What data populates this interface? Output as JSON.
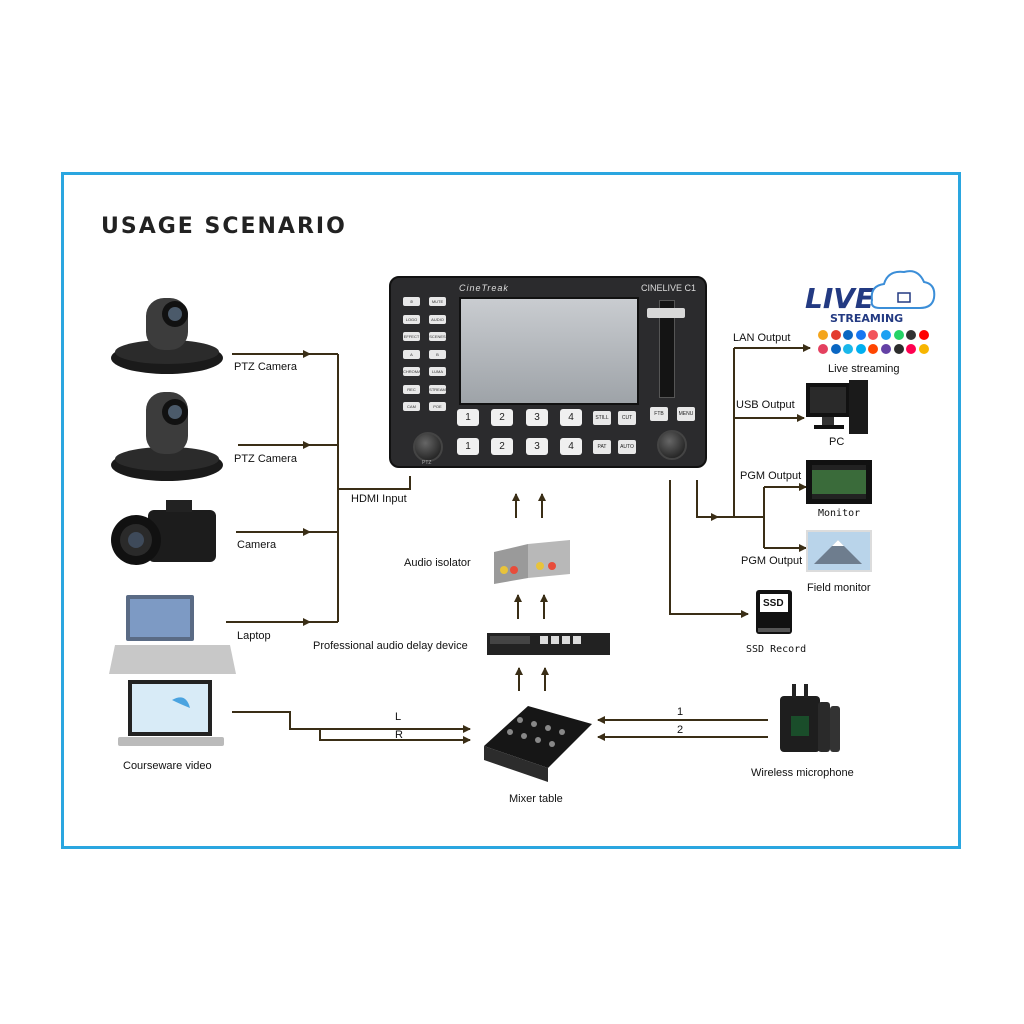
{
  "title": "USAGE SCENARIO",
  "switcher": {
    "brand": "CineTreak",
    "model": "CINELIVE C1",
    "left_buttons": [
      "⊘",
      "MUTE",
      "LOGO",
      "AUDIO",
      "EFFECT",
      "SCENES",
      "A",
      "B",
      "CHROMA",
      "LUMA",
      "REC",
      "STREAM",
      "CAM",
      "POE"
    ],
    "keys_top": [
      "1",
      "2",
      "3",
      "4"
    ],
    "keys_bottom": [
      "1",
      "2",
      "3",
      "4"
    ],
    "still_label": "STILL",
    "cut_label": "CUT",
    "pat_label": "PAT",
    "auto_label": "AUTO",
    "ftb_label": "FTB",
    "menu_label": "MENU",
    "ptz_label": "PTZ"
  },
  "inputs": {
    "ptz1": "PTZ Camera",
    "ptz2": "PTZ Camera",
    "camera": "Camera",
    "laptop": "Laptop",
    "hdmi": "HDMI Input",
    "courseware": "Courseware video"
  },
  "audio": {
    "isolator": "Audio isolator",
    "delay": "Professional audio delay device",
    "mixer": "Mixer table",
    "left": "L",
    "right": "R",
    "ch1": "1",
    "ch2": "2",
    "mic": "Wireless microphone"
  },
  "outputs": {
    "lan": "LAN Output",
    "live_streaming": "Live streaming",
    "live_logo_top": "LIVE",
    "live_logo_bottom": "STREAMING",
    "usb": "USB Output",
    "pc": "PC",
    "pgm1": "PGM Output",
    "monitor": "Monitor",
    "pgm2": "PGM Output",
    "field_monitor": "Field monitor",
    "ssd_badge": "SSD",
    "ssd": "SSD Record"
  },
  "colors": {
    "frame": "#2aa6e0",
    "line": "#3a2e16",
    "social": [
      "#f4a51c",
      "#e33b2e",
      "#0a66c2",
      "#1877f2",
      "#f2545b",
      "#1da1f2",
      "#25d366",
      "#333333",
      "#ff0000",
      "#e4405f",
      "#0a66c2",
      "#1ab7ea",
      "#00aff0",
      "#ff4500",
      "#6441a5",
      "#2c2c2c",
      "#ff0050",
      "#f7b500"
    ]
  }
}
